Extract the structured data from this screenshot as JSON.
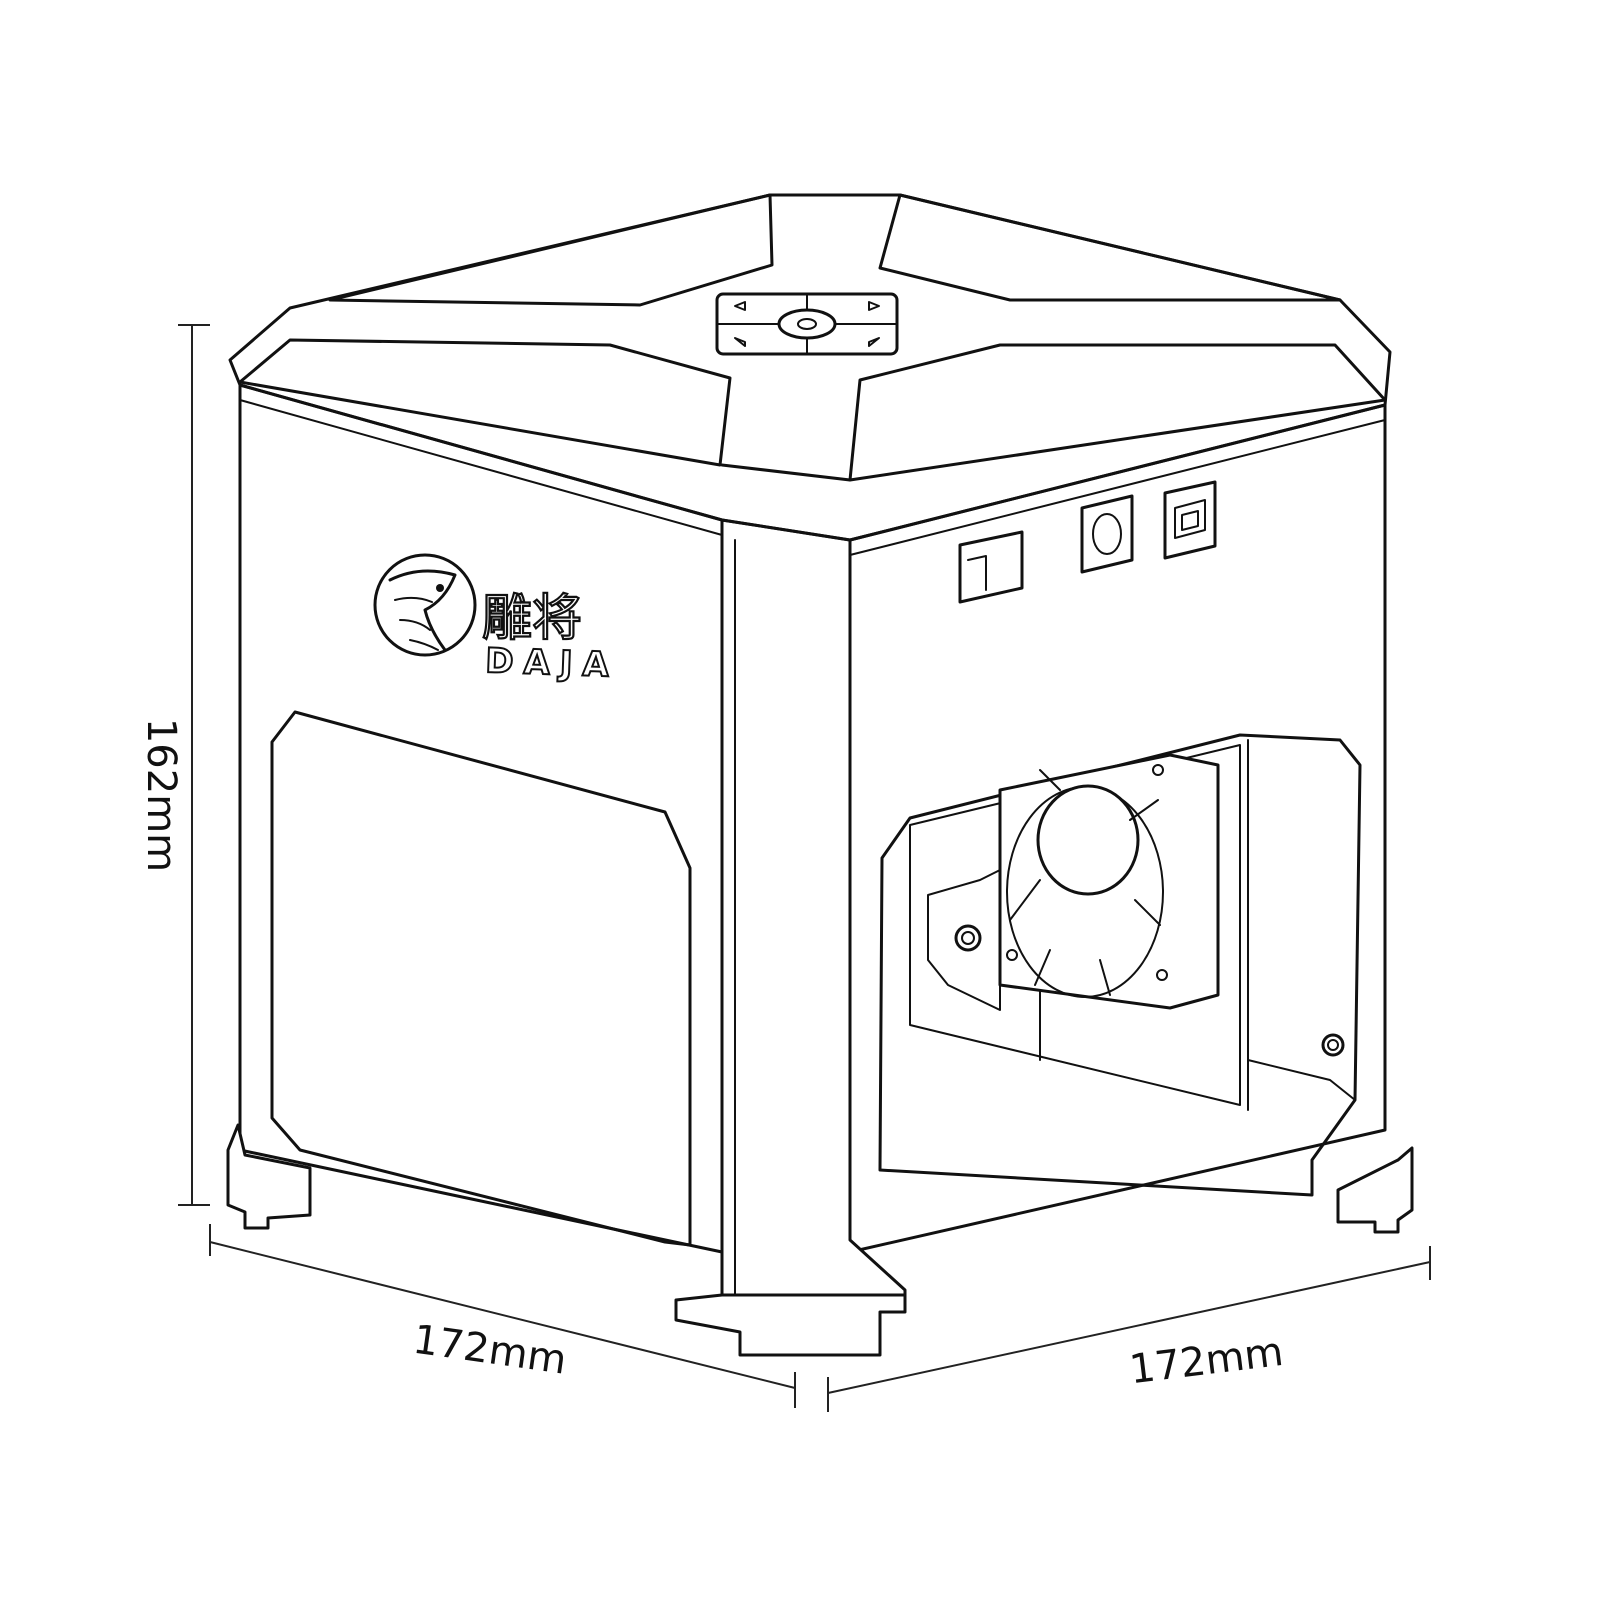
{
  "dimensions": {
    "height": "162mm",
    "width_front": "172mm",
    "width_side": "172mm"
  },
  "brand": {
    "name_cn": "雕将",
    "name_en": "DAJA"
  },
  "icons": {
    "logo": "eagle-head-logo-icon",
    "control_pad": "direction-pad-icon",
    "fan": "cooling-fan-icon",
    "usb_port": "usb-b-port-icon",
    "power_port": "dc-power-port-icon",
    "switch": "power-switch-icon"
  }
}
